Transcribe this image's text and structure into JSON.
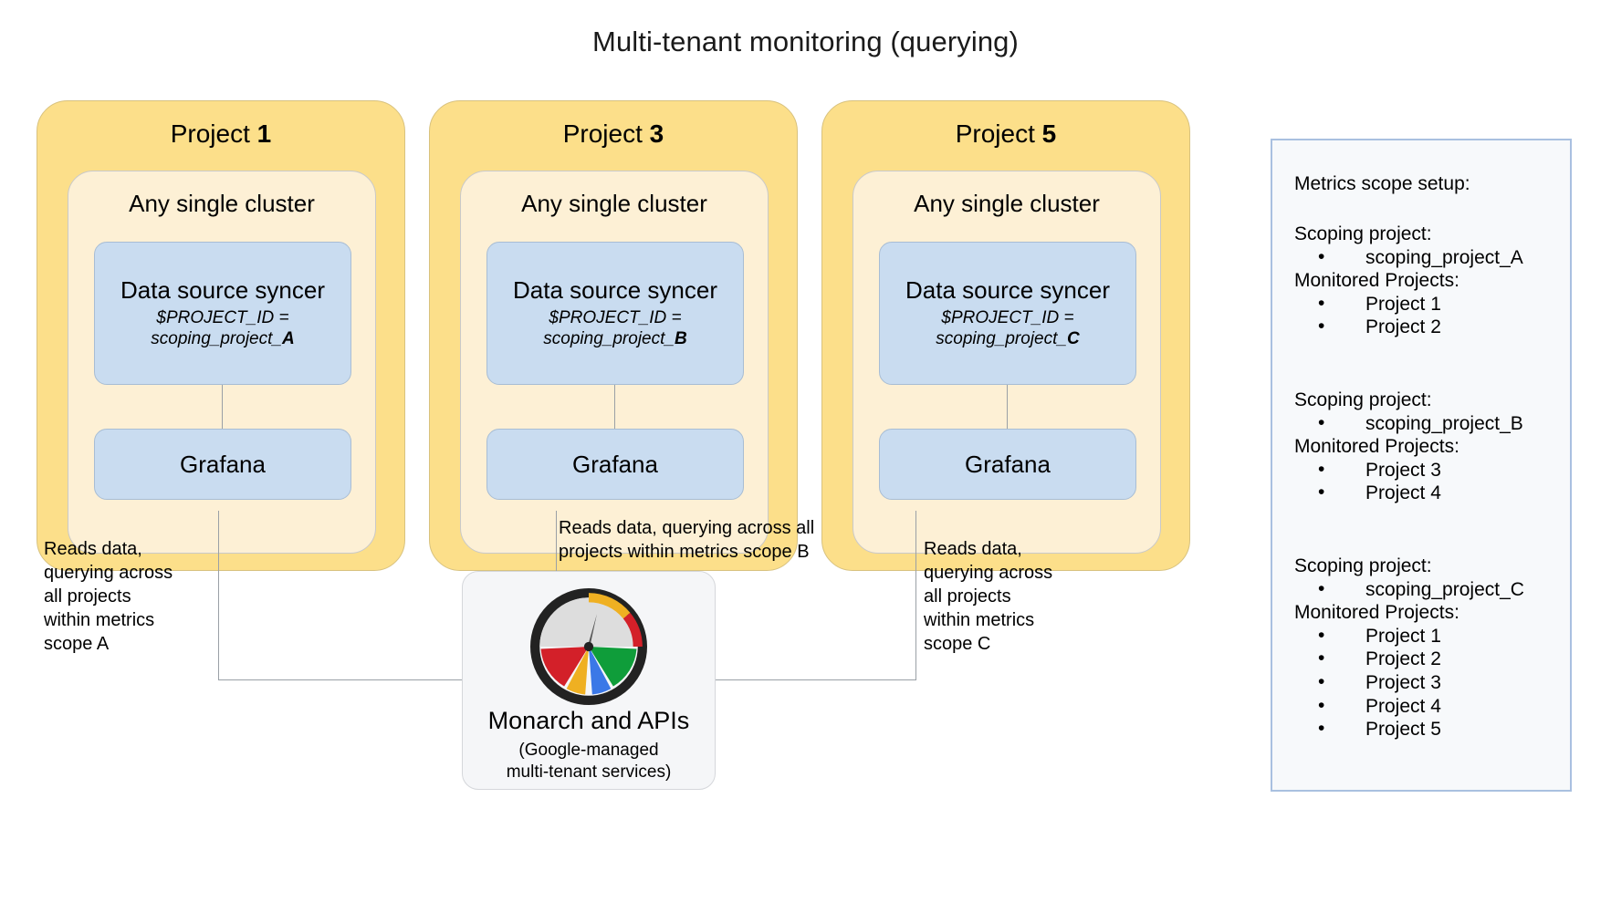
{
  "title": "Multi-tenant monitoring (querying)",
  "projects": [
    {
      "name_prefix": "Project ",
      "name_number": "1",
      "cluster_label": "Any single cluster",
      "syncer_title": "Data source\nsyncer",
      "syncer_var_prefix": "$PROJECT_ID =\nscoping_project_",
      "syncer_var_suffix": "A",
      "grafana_label": "Grafana"
    },
    {
      "name_prefix": "Project ",
      "name_number": "3",
      "cluster_label": "Any single cluster",
      "syncer_title": "Data source\nsyncer",
      "syncer_var_prefix": "$PROJECT_ID =\nscoping_project_",
      "syncer_var_suffix": "B",
      "grafana_label": "Grafana"
    },
    {
      "name_prefix": "Project ",
      "name_number": "5",
      "cluster_label": "Any single cluster",
      "syncer_title": "Data source\nsyncer",
      "syncer_var_prefix": "$PROJECT_ID =\nscoping_project_",
      "syncer_var_suffix": "C",
      "grafana_label": "Grafana"
    }
  ],
  "annotations": {
    "a": "Reads data,\nquerying across\nall projects\nwithin metrics\nscope A",
    "b": "Reads data, querying across all\nprojects within metrics scope B",
    "c": "Reads data,\nquerying across\nall projects\nwithin metrics\nscope C"
  },
  "hub": {
    "title": "Monarch and APIs",
    "subtitle": "(Google-managed\nmulti-tenant services)",
    "logo_icon": "gauge-icon"
  },
  "metrics_scope": {
    "heading": "Metrics scope setup:",
    "scoping_label": "Scoping project:",
    "monitored_label": "Monitored Projects:",
    "groups": [
      {
        "scoping_projects": [
          "scoping_project_A"
        ],
        "monitored_projects": [
          "Project 1",
          "Project 2"
        ]
      },
      {
        "scoping_projects": [
          "scoping_project_B"
        ],
        "monitored_projects": [
          "Project 3",
          "Project 4"
        ]
      },
      {
        "scoping_projects": [
          "scoping_project_C"
        ],
        "monitored_projects": [
          "Project 1",
          "Project 2",
          "Project 3",
          "Project 4",
          "Project 5"
        ]
      }
    ]
  },
  "colors": {
    "project_outer": "#FCDF8A",
    "project_inner": "#FDF0D5",
    "component_box": "#C9DCF0",
    "panel_bg": "#F7F9FB",
    "panel_border": "#A9C0E0",
    "hub_bg": "#F5F6F8",
    "connector": "#9AA0A6",
    "logo_red": "#D32029",
    "logo_yellow": "#EFB022",
    "logo_blue": "#3B78E7",
    "logo_green": "#0F9D3A",
    "logo_ring": "#222222",
    "logo_gray": "#DDDDDD"
  }
}
